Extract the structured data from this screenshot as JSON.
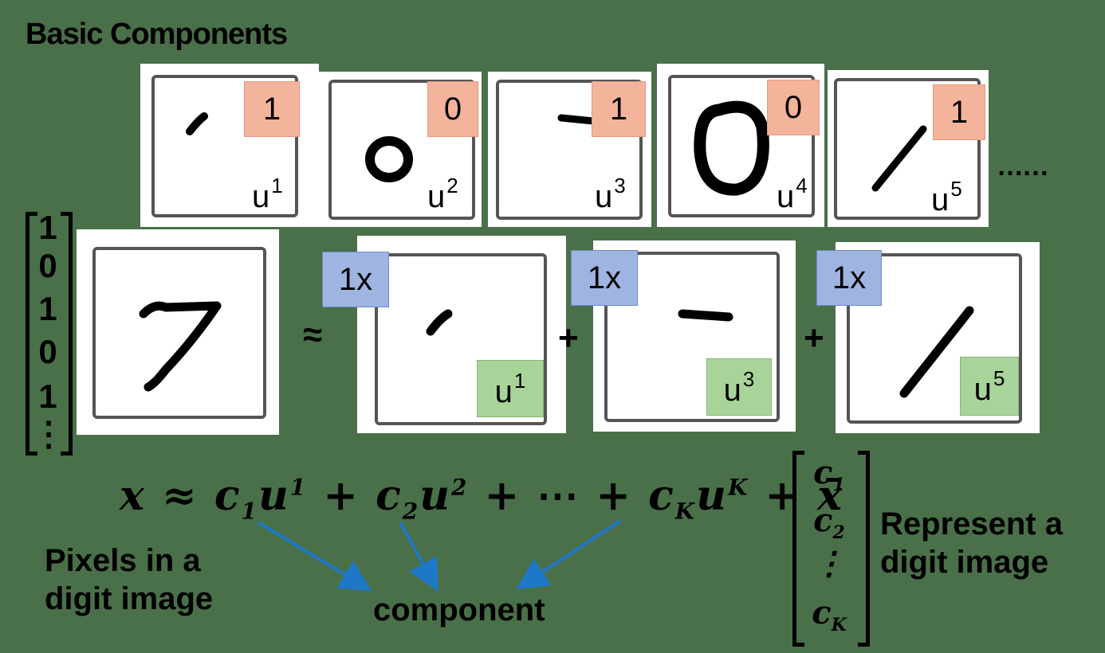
{
  "title": "Basic Components",
  "components": [
    {
      "digit": "1",
      "label": "u",
      "sup": "1"
    },
    {
      "digit": "0",
      "label": "u",
      "sup": "2"
    },
    {
      "digit": "1",
      "label": "u",
      "sup": "3"
    },
    {
      "digit": "0",
      "label": "u",
      "sup": "4"
    },
    {
      "digit": "1",
      "label": "u",
      "sup": "5"
    }
  ],
  "ellipsis_row": "……",
  "vector_values": [
    "1",
    "0",
    "1",
    "0",
    "1",
    "⋮"
  ],
  "approx_symbol": "≈",
  "plus_symbol": "+",
  "terms": [
    {
      "coef": "1x",
      "label": "u",
      "sup": "1"
    },
    {
      "coef": "1x",
      "label": "u",
      "sup": "3"
    },
    {
      "coef": "1x",
      "label": "u",
      "sup": "5"
    }
  ],
  "equation": {
    "x": "x",
    "approx": "≈",
    "c1": "c",
    "c1_sub": "1",
    "u1": "u",
    "u1_sup": "1",
    "plus1": "+",
    "c2": "c",
    "c2_sub": "2",
    "u2": "u",
    "u2_sup": "2",
    "plus2": "+",
    "dots": "⋯",
    "plus3": "+",
    "ck": "c",
    "ck_sub": "K",
    "uk": "u",
    "uk_sup": "K",
    "plus4": "+",
    "xbar": "x̄"
  },
  "pixels_note": [
    "Pixels in a",
    "digit image"
  ],
  "component_note": "component",
  "coef_vector": [
    {
      "c": "c",
      "sub": "1"
    },
    {
      "c": "c",
      "sub": "2"
    },
    {
      "c": "⋮",
      "sub": ""
    },
    {
      "c": "c",
      "sub": "K"
    }
  ],
  "represent_note": [
    "Represent a",
    "digit image"
  ],
  "colors": {
    "background": "#4a7049",
    "digit_badge": "#f4b49b",
    "coef_badge": "#9eb5e2",
    "component_badge": "#a8d49a",
    "arrow": "#1f77c8"
  }
}
